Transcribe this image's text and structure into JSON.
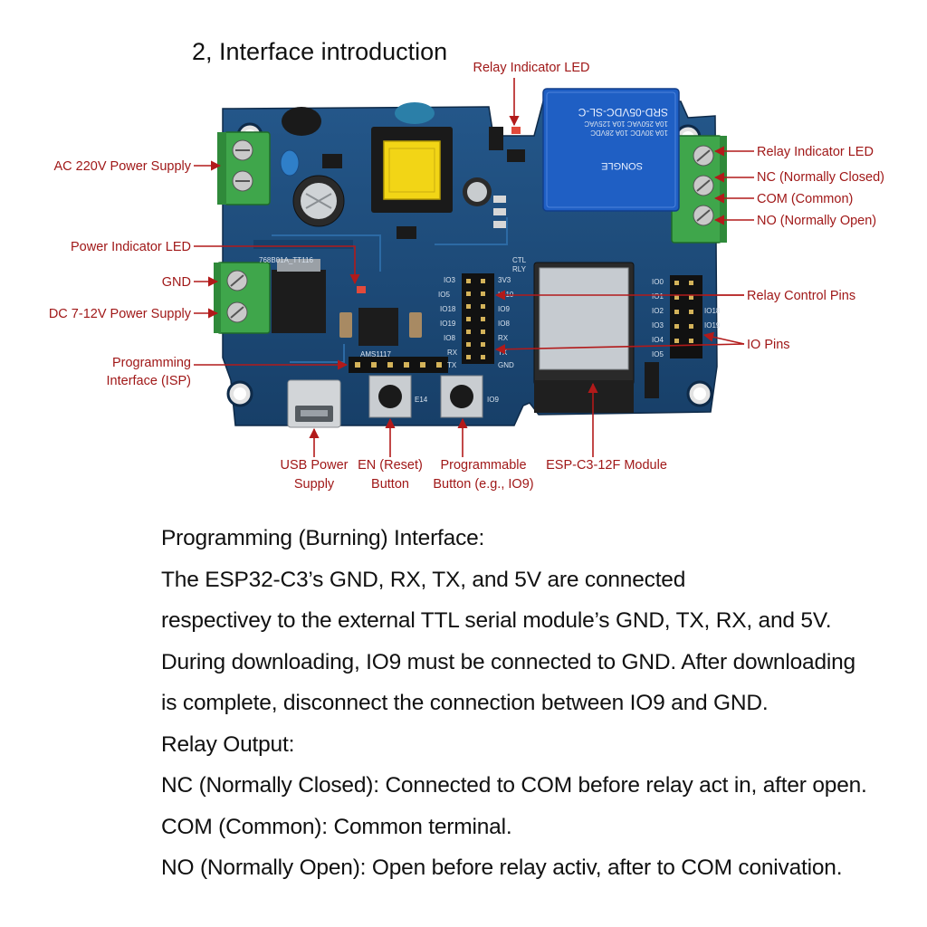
{
  "title": "2, Interface introduction",
  "labels": {
    "relay_led_top": "Relay Indicator LED",
    "ac_power": "AC 220V Power Supply",
    "power_led": "Power Indicator LED",
    "gnd": "GND",
    "dc_power": "DC 7-12V Power Supply",
    "isp_line1": "Programming",
    "isp_line2": "Interface (ISP)",
    "usb_line1": "USB Power",
    "usb_line2": "Supply",
    "en_line1": "EN (Reset)",
    "en_line2": "Button",
    "prog_line1": "Programmable",
    "prog_line2": "Button (e.g., IO9)",
    "module": "ESP-C3-12F Module",
    "relay_led_right": "Relay Indicator LED",
    "nc": "NC (Normally Closed)",
    "com": "COM (Common)",
    "no": "NO (Normally Open)",
    "relay_pins": "Relay Control Pins",
    "io_pins": "IO Pins"
  },
  "board_marks": {
    "relay_line1": "SRD-05VDC-SL-C",
    "relay_line2": "10A 250VAC 10A 125VAC",
    "relay_line3": "10A 30VDC 10A 28VDC",
    "relay_brand": "SONGLE",
    "regulator": "AMS1117",
    "chip_text": "768B01A_TT116",
    "btn_en": "E14",
    "btn_io9": "IO9",
    "pin_labels_left": [
      "IO3",
      "IO5",
      "IO18",
      "IO19",
      "IO8",
      "RX",
      "TX"
    ],
    "pin_labels_mid": [
      "3V3",
      "IO10",
      "IO9",
      "IO8",
      "RX",
      "TX",
      "GND"
    ],
    "pin_labels_right": [
      "IO0",
      "IO1",
      "IO2",
      "IO3",
      "IO4",
      "IO5"
    ],
    "misc": [
      "IO18",
      "IO19",
      "RLY",
      "CTL"
    ]
  },
  "description": [
    "Programming (Burning) Interface:",
    "The ESP32-C3’s GND, RX, TX, and 5V are connected",
    "respectivey to the external TTL serial module’s GND, TX, RX, and 5V.",
    "During downloading, IO9 must be connected to GND. After downloading",
    "is complete, disconnect the connection between IO9 and GND.",
    "Relay Output:",
    "NC (Normally Closed): Connected to COM before relay act in, after open.",
    "COM (Common): Common terminal.",
    "NO (Normally Open): Open before relay activ, after to COM conivation."
  ],
  "colors": {
    "board": "#1c4a78",
    "terminal": "#3fa64b",
    "relay": "#1f5fc4",
    "label": "#a01818",
    "arrow": "#b21a1a"
  }
}
